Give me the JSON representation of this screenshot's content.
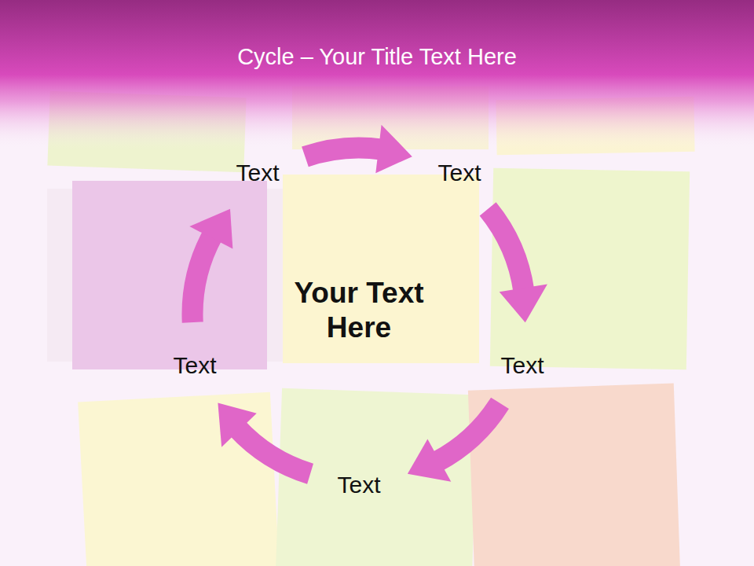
{
  "diagram": {
    "title": "Cycle – Your Title Text Here",
    "nodes": [
      {
        "text": [
          "Text"
        ]
      },
      {
        "text": [
          "Text"
        ]
      },
      {
        "text": [
          "Text"
        ]
      },
      {
        "text": [
          "Text"
        ]
      },
      {
        "text": [
          "Text"
        ]
      }
    ],
    "edges": [
      {
        "from": 0,
        "to": 1,
        "arrow": "to"
      },
      {
        "from": 1,
        "to": 2,
        "arrow": "to"
      },
      {
        "from": 2,
        "to": 3,
        "arrow": "to"
      },
      {
        "from": 3,
        "to": 4,
        "arrow": "to"
      },
      {
        "from": 4,
        "to": 0,
        "arrow": "to"
      }
    ],
    "labels": [
      "Your Text Here"
    ]
  }
}
